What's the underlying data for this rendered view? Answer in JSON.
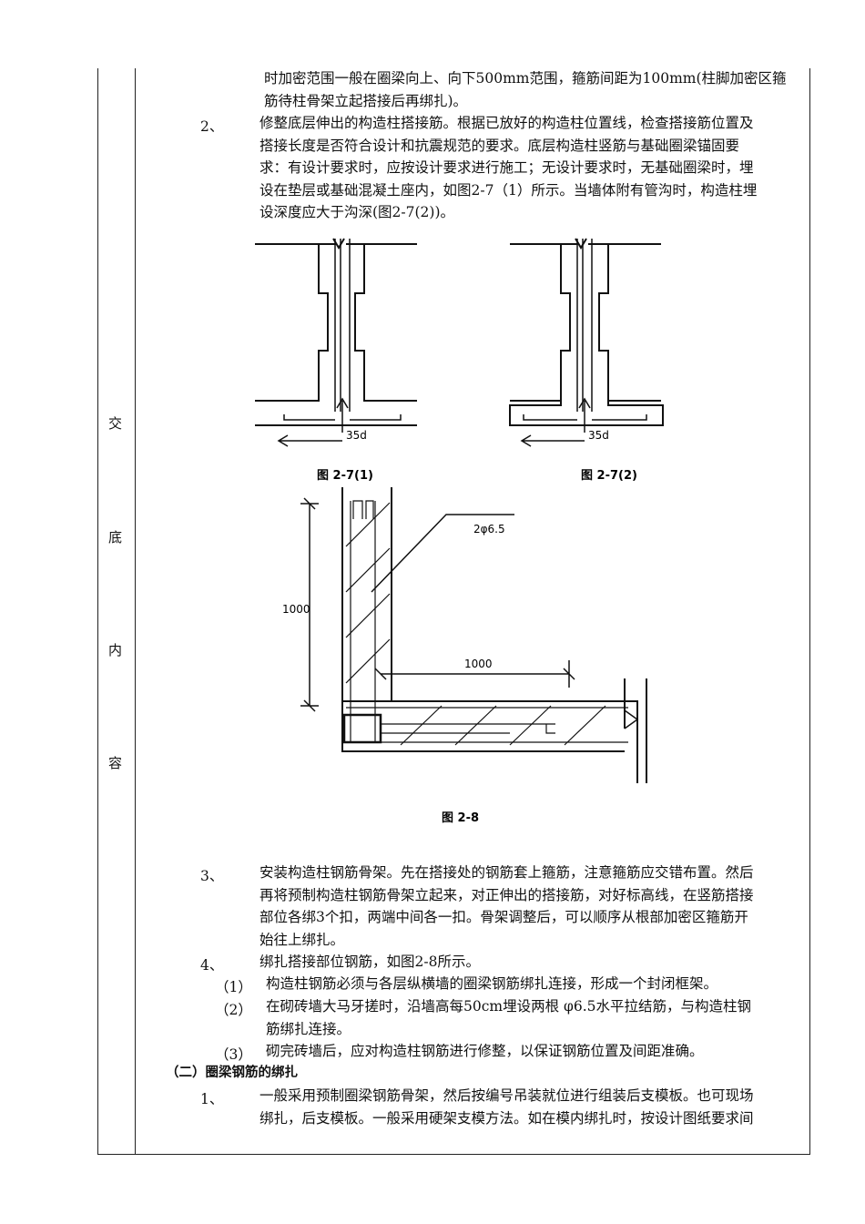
{
  "side_label": [
    "交",
    "底",
    "内",
    "容"
  ],
  "blocks": [
    {
      "num": "",
      "lines": [
        "时加密范围一般在圈梁向上、向下500mm范围，箍筋间距为100mm(柱脚加密区箍",
        "筋待柱骨架立起搭接后再绑扎)。"
      ]
    },
    {
      "num": "2、",
      "lines": [
        "修整底层伸出的构造柱搭接筋。根据已放好的构造柱位置线，检查搭接筋位置及",
        "搭接长度是否符合设计和抗震规范的要求。底层构造柱竖筋与基础圈梁锚固要",
        "求：有设计要求时，应按设计要求进行施工；无设计要求时，无基础圈梁时，埋",
        "设在垫层或基础混凝土座内，如图2-7（1）所示。当墙体附有管沟时，构造柱埋",
        "设深度应大于沟深(图2-7(2))。"
      ]
    },
    {
      "num": "3、",
      "lines": [
        "安装构造柱钢筋骨架。先在搭接处的钢筋套上箍筋，注意箍筋应交错布置。然后",
        "再将预制构造柱钢筋骨架立起来，对正伸出的搭接筋，对好标高线，在竖筋搭接",
        "部位各绑3个扣，两端中间各一扣。骨架调整后，可以顺序从根部加密区箍筋开",
        "始往上绑扎。"
      ]
    },
    {
      "num": "4、",
      "lines": [
        "绑扎搭接部位钢筋，如图2-8所示。"
      ]
    },
    {
      "num": "（1）",
      "lines": [
        "构造柱钢筋必须与各层纵横墙的圈梁钢筋绑扎连接，形成一个封闭框架。"
      ]
    },
    {
      "num": "（2）",
      "lines": [
        "在砌砖墙大马牙搓时，沿墙高每50cm埋设两根 φ6.5水平拉结筋，与构造柱钢",
        "筋绑扎连接。"
      ]
    },
    {
      "num": "（3）",
      "lines": [
        "砌完砖墙后，应对构造柱钢筋进行修整，以保证钢筋位置及间距准确。"
      ]
    },
    {
      "num": "",
      "lines": [
        "（二）圈梁钢筋的绑扎"
      ]
    },
    {
      "num": "1、",
      "lines": [
        "一般采用预制圈梁钢筋骨架，然后按编号吊装就位进行组装后支模板。也可现场",
        "绑扎，后支模板。一般采用硬架支模方法。如在模内绑扎时，按设计图纸要求间"
      ]
    }
  ],
  "figures": {
    "fig27_1_caption": "图 2-7(1)",
    "fig27_2_caption": "图 2-7(2)",
    "fig28_caption": "图 2-8",
    "dim_35d": "35d",
    "rebar_label": "2φ6.5",
    "dim_vertical": "1000",
    "dim_horizontal": "1000"
  }
}
